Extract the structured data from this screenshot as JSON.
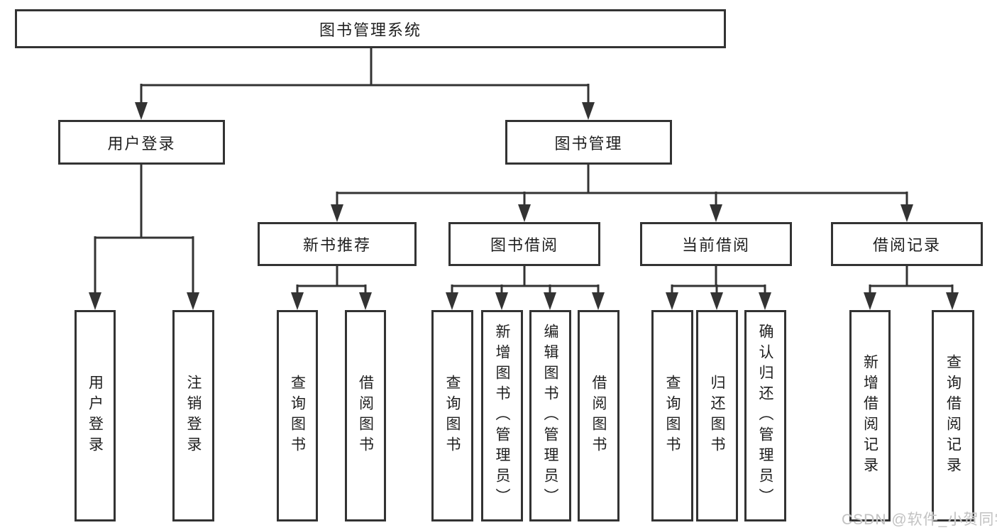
{
  "tree": {
    "root": {
      "label": "图书管理系统"
    },
    "branches": [
      {
        "label": "用户登录",
        "children": [
          {
            "label": "用户登录"
          },
          {
            "label": "注销登录"
          }
        ]
      },
      {
        "label": "图书管理",
        "children": [
          {
            "label": "新书推荐",
            "children": [
              {
                "label": "查询图书"
              },
              {
                "label": "借阅图书"
              }
            ]
          },
          {
            "label": "图书借阅",
            "children": [
              {
                "label": "查询图书"
              },
              {
                "label": "新增图书（管理员）"
              },
              {
                "label": "编辑图书（管理员）"
              },
              {
                "label": "借阅图书"
              }
            ]
          },
          {
            "label": "当前借阅",
            "children": [
              {
                "label": "查询图书"
              },
              {
                "label": "归还图书"
              },
              {
                "label": "确认归还（管理员）"
              }
            ]
          },
          {
            "label": "借阅记录",
            "children": [
              {
                "label": "新增借阅记录"
              },
              {
                "label": "查询借阅记录"
              }
            ]
          }
        ]
      }
    ]
  },
  "watermark": {
    "text": "CSDN @软件_小贺同学",
    "color": "#c2c2c2"
  },
  "colors": {
    "line": "#333333",
    "text": "#1f1f1f",
    "background": "#ffffff"
  }
}
